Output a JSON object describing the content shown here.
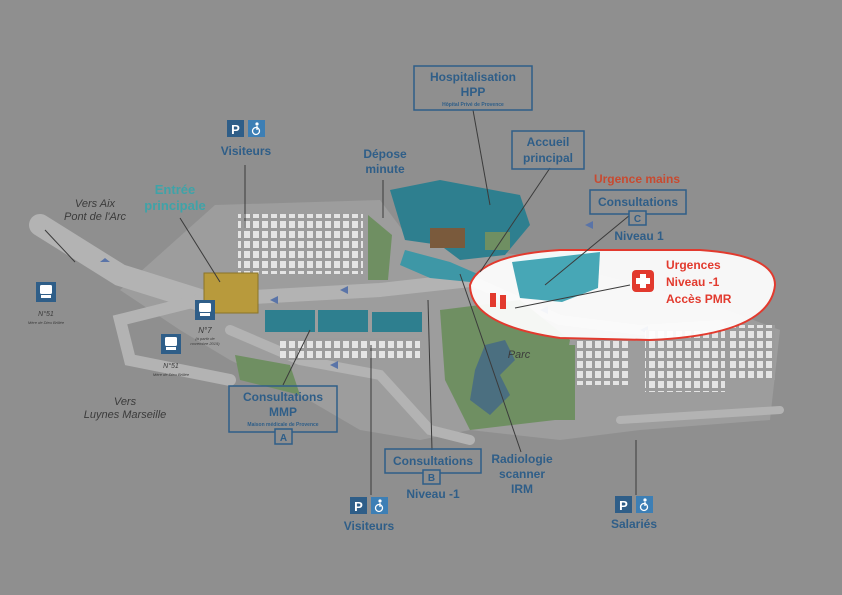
{
  "labels": {
    "hospitalisation_l1": "Hospitalisation",
    "hospitalisation_l2": "HPP",
    "hospitalisation_sub": "Hôpital Privé de Provence",
    "accueil_l1": "Accueil",
    "accueil_l2": "principal",
    "urgence_mains": "Urgence mains",
    "consult_c": "Consultations",
    "consult_c_letter": "C",
    "niveau1": "Niveau 1",
    "urg_l1": "Urgences",
    "urg_l2": "Niveau -1",
    "urg_l3": "Accès PMR",
    "depose_l1": "Dépose",
    "depose_l2": "minute",
    "visiteurs_top": "Visiteurs",
    "entree_l1": "Entrée",
    "entree_l2": "principale",
    "vers_aix_l1": "Vers Aix",
    "vers_aix_l2": "Pont de l'Arc",
    "bus51_left_num": "N°51",
    "bus51_left_sub": "Mère de Dieu Brillée",
    "bus7_num": "N°7",
    "bus7_sub_l1": "(à partir de",
    "bus7_sub_l2": "novembre 2019)",
    "bus51_mid_num": "N°51",
    "bus51_mid_sub": "Mère de Dieu Brillée",
    "vers_luynes_l1": "Vers",
    "vers_luynes_l2": "Luynes Marseille",
    "mmp_l1": "Consultations",
    "mmp_l2": "MMP",
    "mmp_sub": "Maison médicale de Provence",
    "mmp_letter": "A",
    "consult_b": "Consultations",
    "consult_b_letter": "B",
    "niveau_m1": "Niveau -1",
    "radio_l1": "Radiologie",
    "radio_l2": "scanner",
    "radio_l3": "IRM",
    "parc": "Parc",
    "visiteurs_bottom": "Visiteurs",
    "salaries": "Salariés",
    "parking_letter": "P"
  },
  "colors": {
    "background": "#8f8f8f",
    "road": "#a6a6a6",
    "parking": "#9a9a9a",
    "building": "#2e7f8f",
    "building_light": "#3e97a6",
    "green": "#6f8f62",
    "water": "#4b6f80",
    "label_blue": "#2f5e88",
    "label_teal": "#3fa3a8",
    "urgence_red": "#e23a2e",
    "entrance_yellow": "#b89a3c"
  },
  "icons": [
    "parking-icon",
    "wheelchair-icon",
    "bus-icon",
    "red-cross-icon"
  ]
}
